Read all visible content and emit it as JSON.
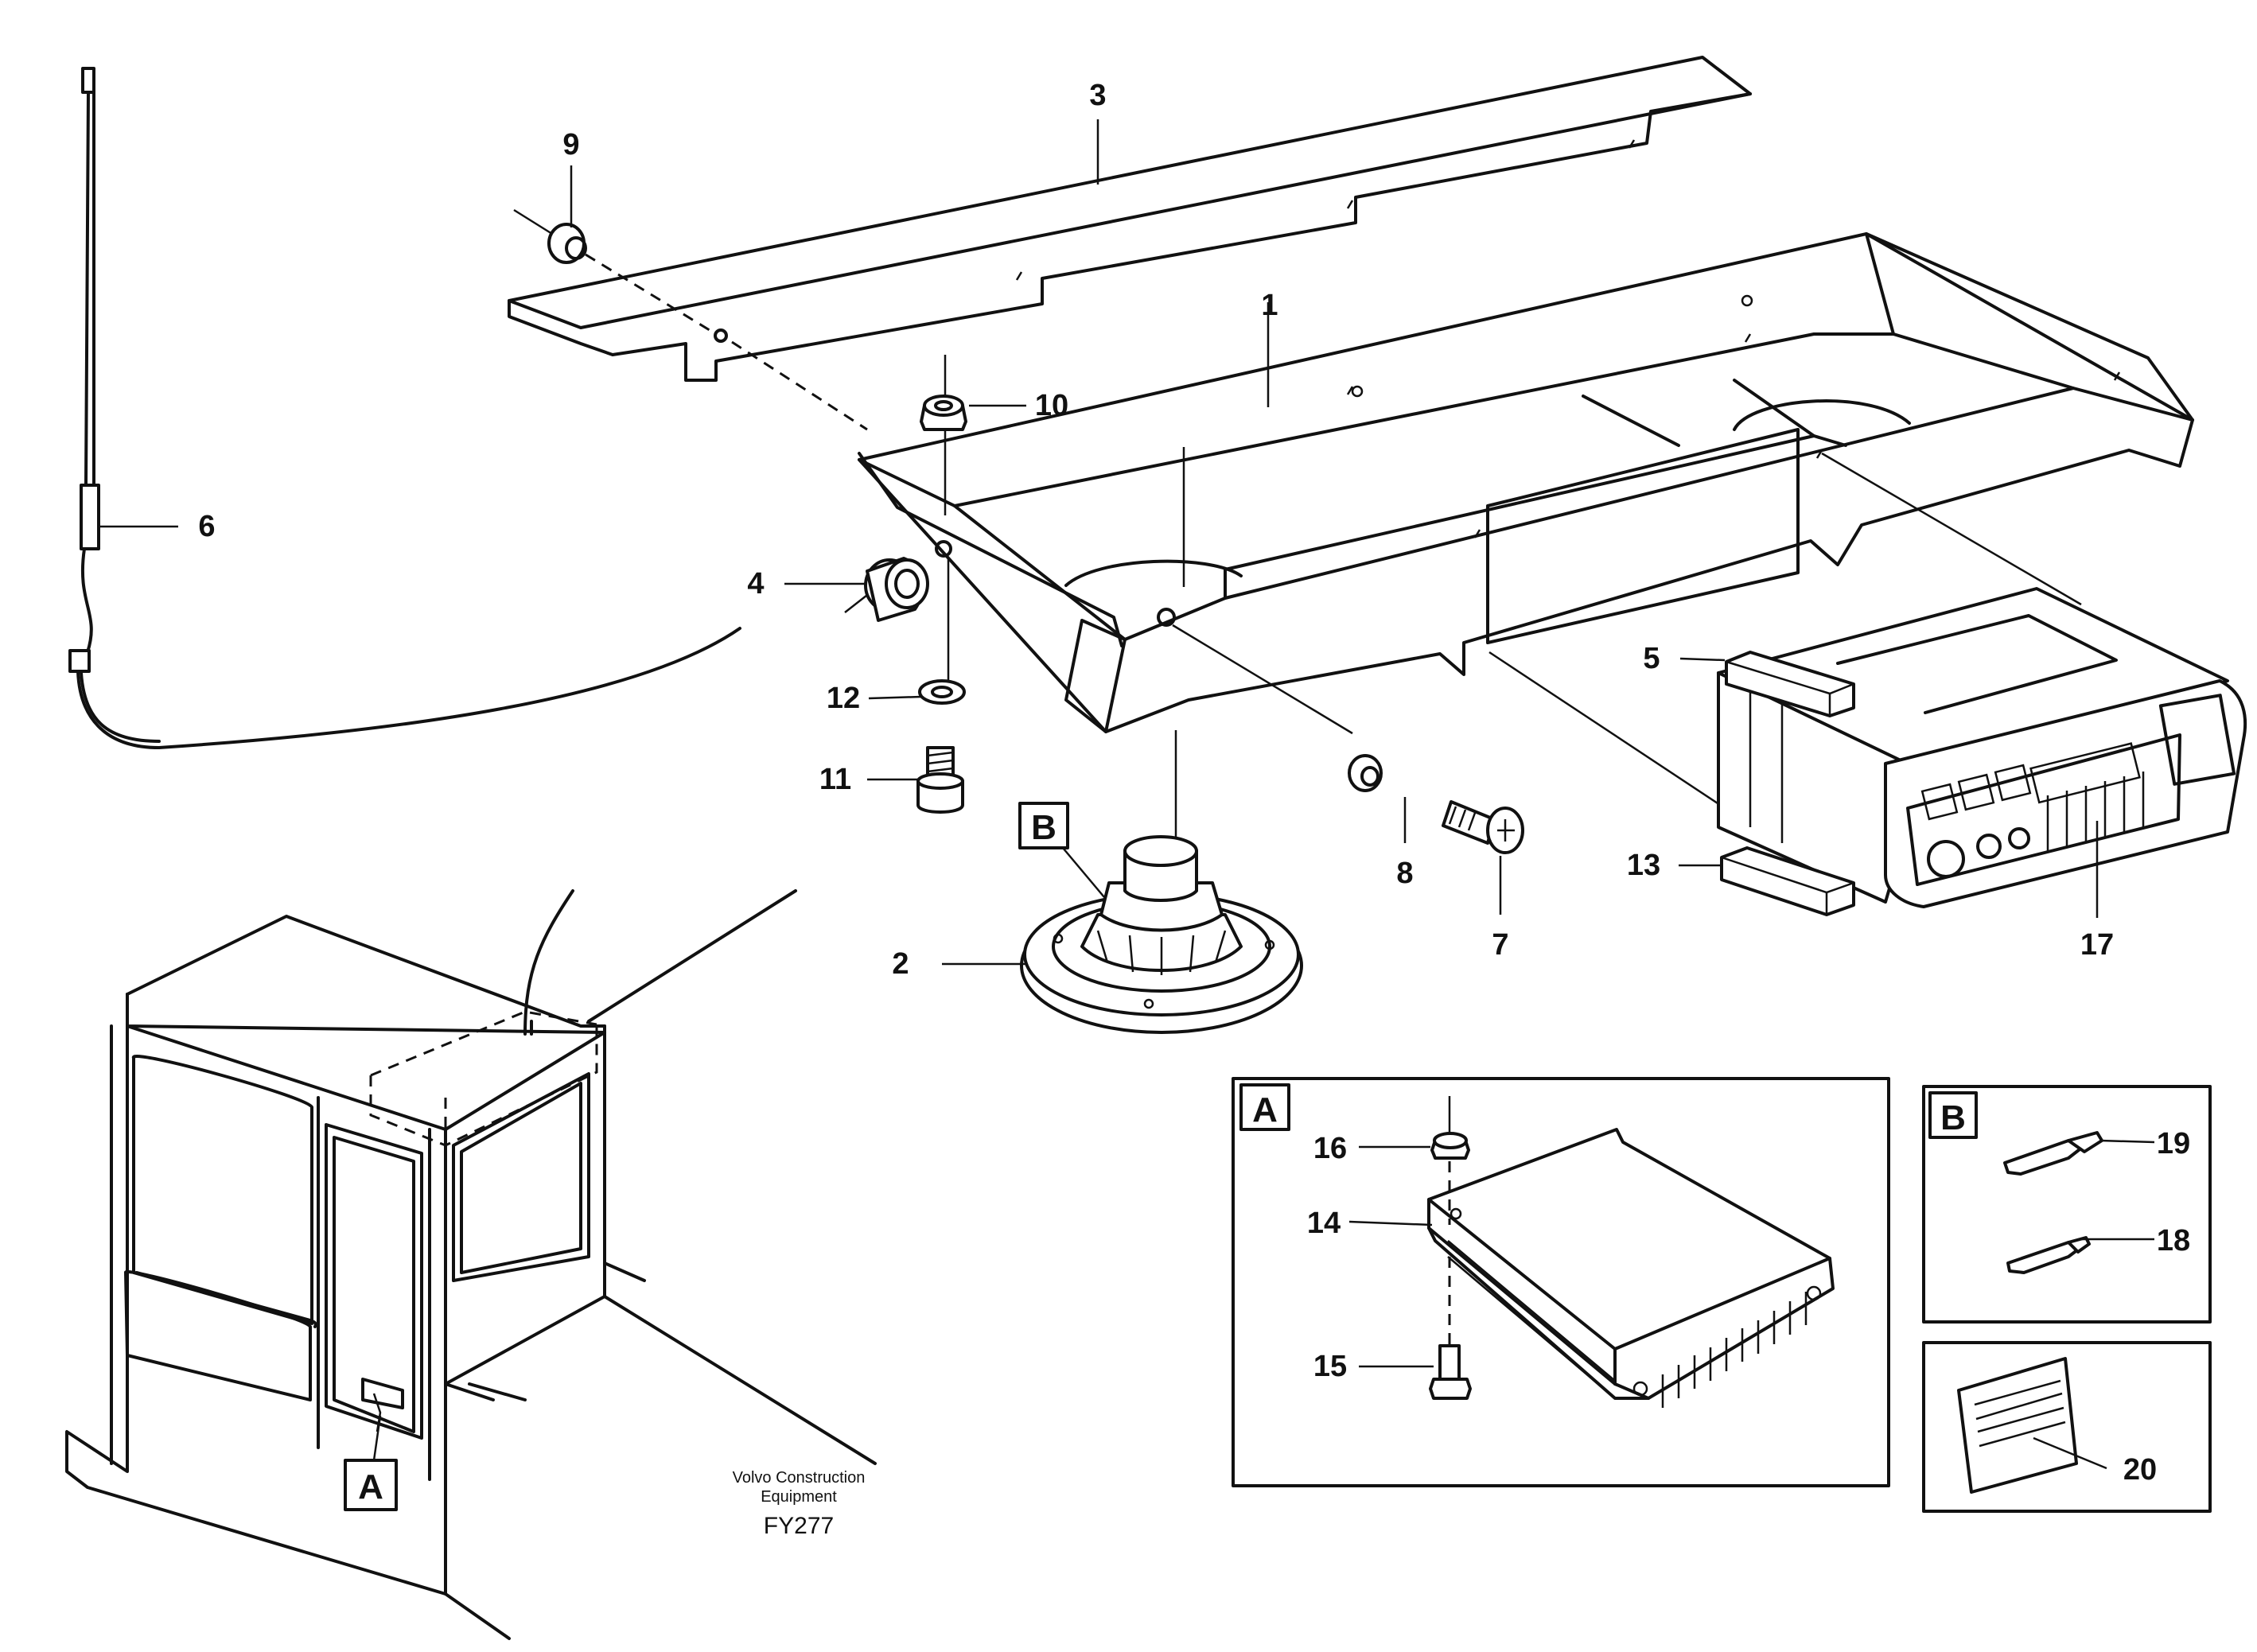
{
  "callouts": {
    "c1": "1",
    "c2": "2",
    "c3": "3",
    "c4": "4",
    "c5": "5",
    "c6": "6",
    "c7": "7",
    "c8": "8",
    "c9": "9",
    "c10": "10",
    "c11": "11",
    "c12": "12",
    "c13": "13",
    "c14": "14",
    "c15": "15",
    "c16": "16",
    "c17": "17",
    "c18": "18",
    "c19": "19",
    "c20": "20"
  },
  "detail_labels": {
    "a_box": "A",
    "b_box": "B",
    "a_marker": "A",
    "b_marker": "B"
  },
  "credit": {
    "line1": "Volvo Construction",
    "line2": "Equipment",
    "code": "FY277"
  }
}
